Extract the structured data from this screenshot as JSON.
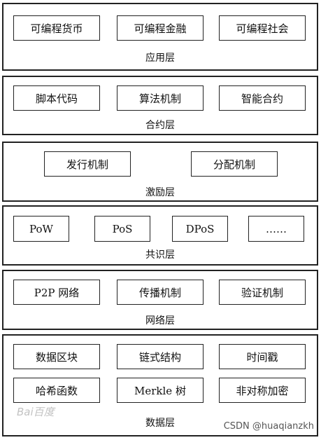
{
  "layers": {
    "application": {
      "label": "应用层",
      "items": [
        "可编程货币",
        "可编程金融",
        "可编程社会"
      ]
    },
    "contract": {
      "label": "合约层",
      "items": [
        "脚本代码",
        "算法机制",
        "智能合约"
      ]
    },
    "incentive": {
      "label": "激励层",
      "items": [
        "发行机制",
        "分配机制"
      ]
    },
    "consensus": {
      "label": "共识层",
      "items": [
        "PoW",
        "PoS",
        "DPoS",
        "……"
      ]
    },
    "network": {
      "label": "网络层",
      "items": [
        "P2P 网络",
        "传播机制",
        "验证机制"
      ]
    },
    "data": {
      "label": "数据层",
      "items": [
        "数据区块",
        "链式结构",
        "时间戳",
        "哈希函数",
        "Merkle 树",
        "非对称加密"
      ]
    }
  },
  "watermarks": {
    "baidu": "Bai百度",
    "csdn": "CSDN @huaqianzkh"
  }
}
